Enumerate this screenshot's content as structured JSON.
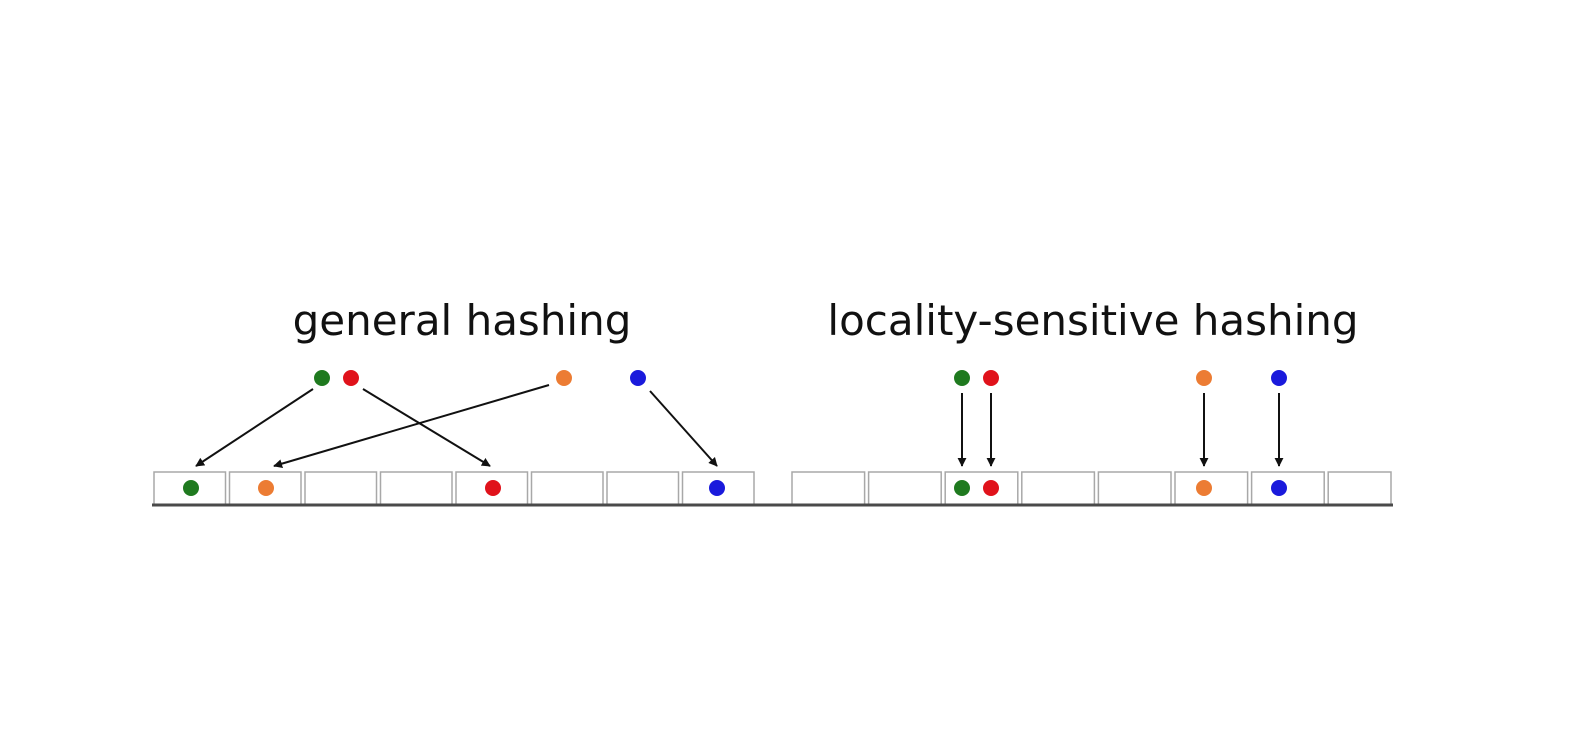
{
  "colors": {
    "green": "#1f7a1f",
    "red": "#e0121b",
    "orange": "#ec7c33",
    "blue": "#1a1adc",
    "arrow": "#111111"
  },
  "panels": [
    {
      "id": "general",
      "title": "general hashing",
      "bucket_count": 8,
      "items": [
        {
          "color": "green",
          "bucket": 0
        },
        {
          "color": "red",
          "bucket": 4
        },
        {
          "color": "orange",
          "bucket": 1
        },
        {
          "color": "blue",
          "bucket": 7
        }
      ]
    },
    {
      "id": "lsh",
      "title": "locality-sensitive hashing",
      "bucket_count": 8,
      "items": [
        {
          "color": "green",
          "bucket": 2
        },
        {
          "color": "red",
          "bucket": 2
        },
        {
          "color": "orange",
          "bucket": 5
        },
        {
          "color": "blue",
          "bucket": 6
        }
      ]
    }
  ]
}
